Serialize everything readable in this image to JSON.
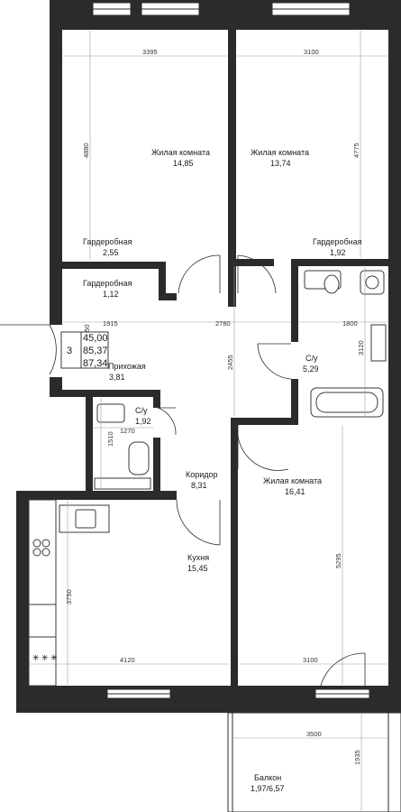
{
  "rooms": [
    {
      "id": "living1",
      "name": "Жилая комната",
      "area": "14,85"
    },
    {
      "id": "living2",
      "name": "Жилая комната",
      "area": "13,74"
    },
    {
      "id": "wardrobe1",
      "name": "Гардеробная",
      "area": "2,55"
    },
    {
      "id": "wardrobe2",
      "name": "Гардеробная",
      "area": "1,92"
    },
    {
      "id": "wardrobe3",
      "name": "Гардеробная",
      "area": "1,12"
    },
    {
      "id": "hall",
      "name": "Прихожая",
      "area": "3,81"
    },
    {
      "id": "bath1",
      "name": "С/у",
      "area": "5,29"
    },
    {
      "id": "bath2",
      "name": "С/у",
      "area": "1,92"
    },
    {
      "id": "corridor",
      "name": "Коридор",
      "area": "8,31"
    },
    {
      "id": "living3",
      "name": "Жилая комната",
      "area": "16,41"
    },
    {
      "id": "kitchen",
      "name": "Кухня",
      "area": "15,45"
    },
    {
      "id": "balcony",
      "name": "Балкон",
      "area": "1,97/6,57"
    }
  ],
  "summary": {
    "rooms_count": "3",
    "area1": "45,00",
    "area2": "85,37",
    "area3": "87,34"
  },
  "dimensions": {
    "d3395": "3395",
    "d3100_top": "3100",
    "d4880": "4880",
    "d4775": "4775",
    "d1915": "1915",
    "d2780": "2780",
    "d1800": "1800",
    "d3120": "3120",
    "d2455": "2455",
    "d1270": "1270",
    "d1510": "1510",
    "d3750": "3750",
    "d5295": "5295",
    "d4120": "4120",
    "d3100_bottom": "3100",
    "d3500": "3500",
    "d1935": "1935",
    "d850": "850"
  }
}
